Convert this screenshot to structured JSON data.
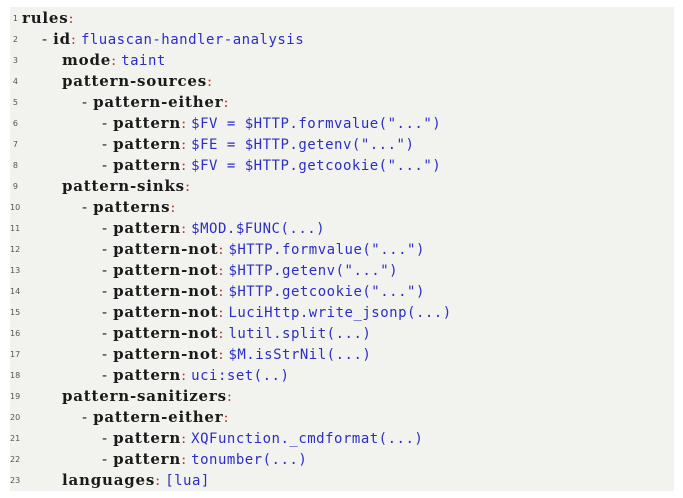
{
  "listing": {
    "lines": [
      {
        "num": "1",
        "indent": 0,
        "dash": false,
        "key": "rules",
        "value": ""
      },
      {
        "num": "2",
        "indent": 1,
        "dash": true,
        "key": "id",
        "value": "fluascan-handler-analysis"
      },
      {
        "num": "3",
        "indent": 2,
        "dash": false,
        "key": "mode",
        "value": "taint"
      },
      {
        "num": "4",
        "indent": 2,
        "dash": false,
        "key": "pattern-sources",
        "value": ""
      },
      {
        "num": "5",
        "indent": 3,
        "dash": true,
        "key": "pattern-either",
        "value": ""
      },
      {
        "num": "6",
        "indent": 4,
        "dash": true,
        "key": "pattern",
        "value": "$FV = $HTTP.formvalue(\"...\")"
      },
      {
        "num": "7",
        "indent": 4,
        "dash": true,
        "key": "pattern",
        "value": "$FE = $HTTP.getenv(\"...\")"
      },
      {
        "num": "8",
        "indent": 4,
        "dash": true,
        "key": "pattern",
        "value": "$FV = $HTTP.getcookie(\"...\")"
      },
      {
        "num": "9",
        "indent": 2,
        "dash": false,
        "key": "pattern-sinks",
        "value": ""
      },
      {
        "num": "10",
        "indent": 3,
        "dash": true,
        "key": "patterns",
        "value": ""
      },
      {
        "num": "11",
        "indent": 4,
        "dash": true,
        "key": "pattern",
        "value": "$MOD.$FUNC(...)"
      },
      {
        "num": "12",
        "indent": 4,
        "dash": true,
        "key": "pattern-not",
        "value": "$HTTP.formvalue(\"...\")"
      },
      {
        "num": "13",
        "indent": 4,
        "dash": true,
        "key": "pattern-not",
        "value": "$HTTP.getenv(\"...\")"
      },
      {
        "num": "14",
        "indent": 4,
        "dash": true,
        "key": "pattern-not",
        "value": "$HTTP.getcookie(\"...\")"
      },
      {
        "num": "15",
        "indent": 4,
        "dash": true,
        "key": "pattern-not",
        "value": "LuciHttp.write_jsonp(...)"
      },
      {
        "num": "16",
        "indent": 4,
        "dash": true,
        "key": "pattern-not",
        "value": "lutil.split(...)"
      },
      {
        "num": "17",
        "indent": 4,
        "dash": true,
        "key": "pattern-not",
        "value": "$M.isStrNil(...)"
      },
      {
        "num": "18",
        "indent": 4,
        "dash": true,
        "key": "pattern",
        "value": "uci:set(..)"
      },
      {
        "num": "19",
        "indent": 2,
        "dash": false,
        "key": "pattern-sanitizers",
        "value": ""
      },
      {
        "num": "20",
        "indent": 3,
        "dash": true,
        "key": "pattern-either",
        "value": ""
      },
      {
        "num": "21",
        "indent": 4,
        "dash": true,
        "key": "pattern",
        "value": "XQFunction._cmdformat(...)"
      },
      {
        "num": "22",
        "indent": 4,
        "dash": true,
        "key": "pattern",
        "value": "tonumber(...)"
      },
      {
        "num": "23",
        "indent": 2,
        "dash": false,
        "key": "languages",
        "value": "[lua]"
      }
    ]
  }
}
